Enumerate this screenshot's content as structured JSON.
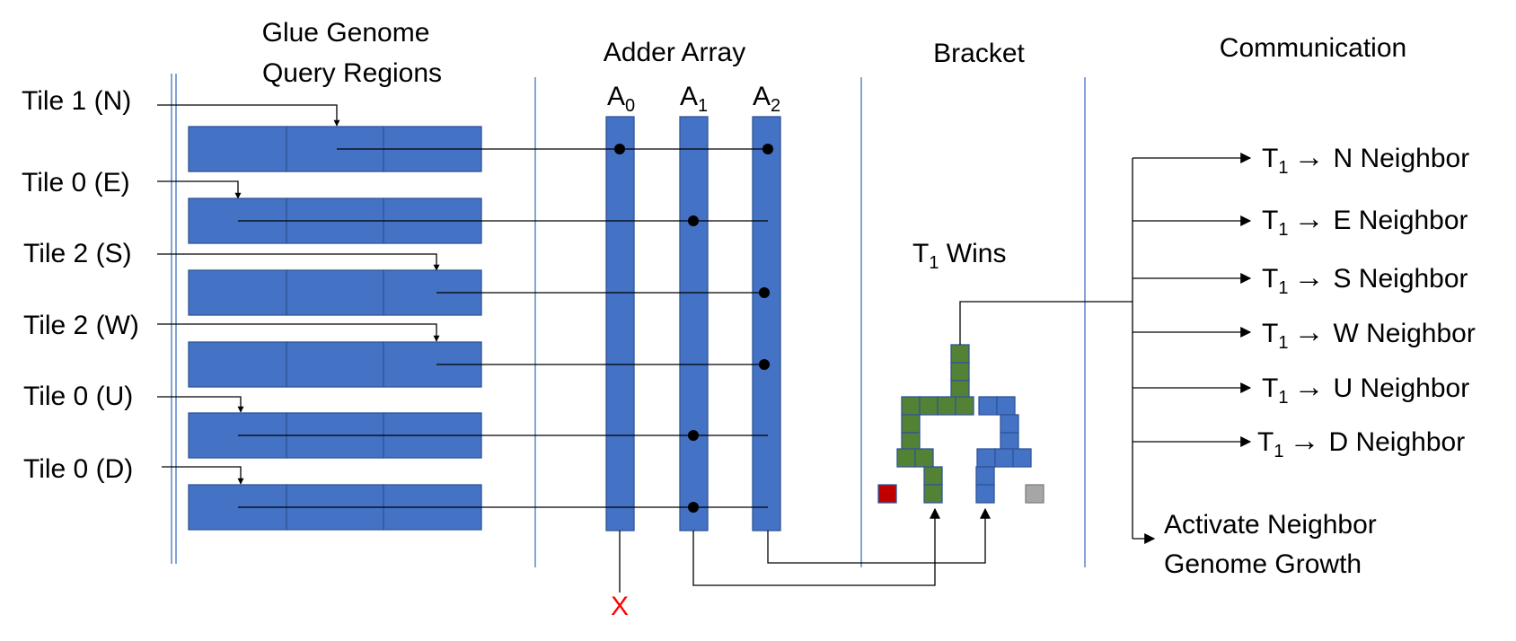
{
  "colors": {
    "block_fill": "#4472C4",
    "block_stroke": "#2F5597",
    "green": "#548235",
    "red": "#C00000",
    "gray": "#A6A6A6",
    "divider": "#4472C4",
    "x_mark": "#FF0000"
  },
  "sections": {
    "glue_line1": "Glue Genome",
    "glue_line2": "Query Regions",
    "adder": "Adder Array",
    "bracket": "Bracket",
    "communication": "Communication"
  },
  "tiles": [
    {
      "label": "Tile 1 (N)"
    },
    {
      "label": "Tile 0 (E)"
    },
    {
      "label": "Tile 2 (S)"
    },
    {
      "label": "Tile 2 (W)"
    },
    {
      "label": "Tile 0 (U)"
    },
    {
      "label": "Tile 0 (D)"
    }
  ],
  "adders": {
    "a0": {
      "base": "A",
      "sub": "0"
    },
    "a1": {
      "base": "A",
      "sub": "1"
    },
    "a2": {
      "base": "A",
      "sub": "2"
    }
  },
  "winner": {
    "base": "T",
    "sub": "1",
    "rest": " Wins"
  },
  "outputs": [
    {
      "base": "T",
      "sub": "1",
      "arrow": "→",
      "dir": "N Neighbor"
    },
    {
      "base": "T",
      "sub": "1",
      "arrow": "→",
      "dir": "E Neighbor"
    },
    {
      "base": "T",
      "sub": "1",
      "arrow": "→",
      "dir": "S Neighbor"
    },
    {
      "base": "T",
      "sub": "1",
      "arrow": "→",
      "dir": "W Neighbor"
    },
    {
      "base": "T",
      "sub": "1",
      "arrow": "→",
      "dir": "U Neighbor"
    },
    {
      "base": "T",
      "sub": "1",
      "arrow": "→",
      "dir": "D Neighbor"
    }
  ],
  "activate": {
    "line1": "Activate Neighbor",
    "line2": "Genome Growth"
  },
  "x_mark": "X"
}
